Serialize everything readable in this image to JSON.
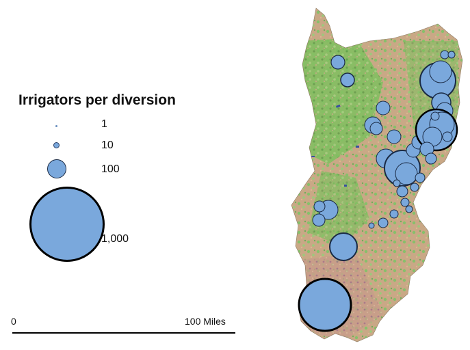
{
  "legend": {
    "title": "Irrigators per diversion",
    "items": [
      {
        "label": "1",
        "value": 1
      },
      {
        "label": "10",
        "value": 10
      },
      {
        "label": "100",
        "value": 100
      },
      {
        "label": "1,000",
        "value": 1000
      }
    ]
  },
  "scale_bar": {
    "start_label": "0",
    "end_label": "100 Miles"
  },
  "colors": {
    "symbol_fill": "#7aa8dc",
    "symbol_stroke": "#1a2a44",
    "land_tan": "#c8a785",
    "land_green": "#7fbf5f",
    "water": "#3a4fa0"
  }
}
